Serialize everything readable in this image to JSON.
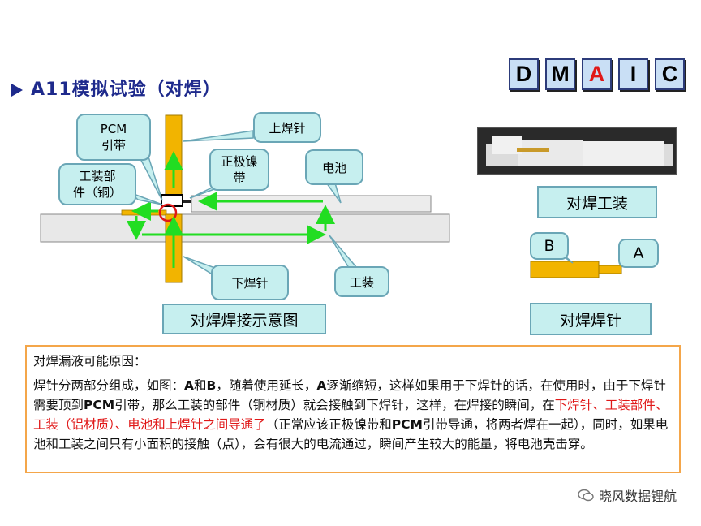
{
  "title": "A11模拟试验（对焊）",
  "dmaic": {
    "letters": [
      "D",
      "M",
      "A",
      "I",
      "C"
    ],
    "highlight_color": "#e01818"
  },
  "diagram": {
    "callouts": {
      "pcm": "PCM\n引带",
      "upper_pin": "上焊针",
      "positive_nickel": "正极镍\n带",
      "battery": "电池",
      "fixture_part": "工装部\n件（铜）",
      "lower_pin": "下焊针",
      "fixture": "工装"
    },
    "caption": "对焊焊接示意图"
  },
  "right_panel": {
    "fixture_caption": "对焊工装",
    "pin_label_b": "B",
    "pin_label_a": "A",
    "pin_caption": "对焊焊针"
  },
  "reasons": {
    "heading": "对焊漏液可能原因：",
    "p1": "焊针分两部分组成，如图：",
    "p1_bold1": "A",
    "p1_b": "和",
    "p1_bold2": "B",
    "p1_c": "，随着使用延长，",
    "p1_bold3": "A",
    "p1_d": "逐渐缩短，这样如果用于下焊针的话，在使用时，由于下焊针需要顶到",
    "p1_bold4": "PCM",
    "p1_e": "引带，那么工装的部件（铜材质）就会接触到下焊针，这样，在焊接的瞬间，在",
    "p1_red": "下焊针、工装部件、工装（铝材质）、电池和上焊针之间导通了",
    "p1_f": "（正常应该正极镍带和",
    "p1_bold5": "PCM",
    "p1_g": "引带导通，将两者焊在一起），同时，如果电池和工装之间只有小面积的接触（点），会有很大的电流通过，瞬间产生较大的能量，将电池壳击穿。"
  },
  "watermark": "晓风数据锂航",
  "colors": {
    "title": "#1e2a8c",
    "pin": "#f2b400",
    "arrow": "#22dd22",
    "callout_fill": "#c6efef",
    "callout_border": "#6aa6b6",
    "reason_border": "#f4a64a"
  }
}
